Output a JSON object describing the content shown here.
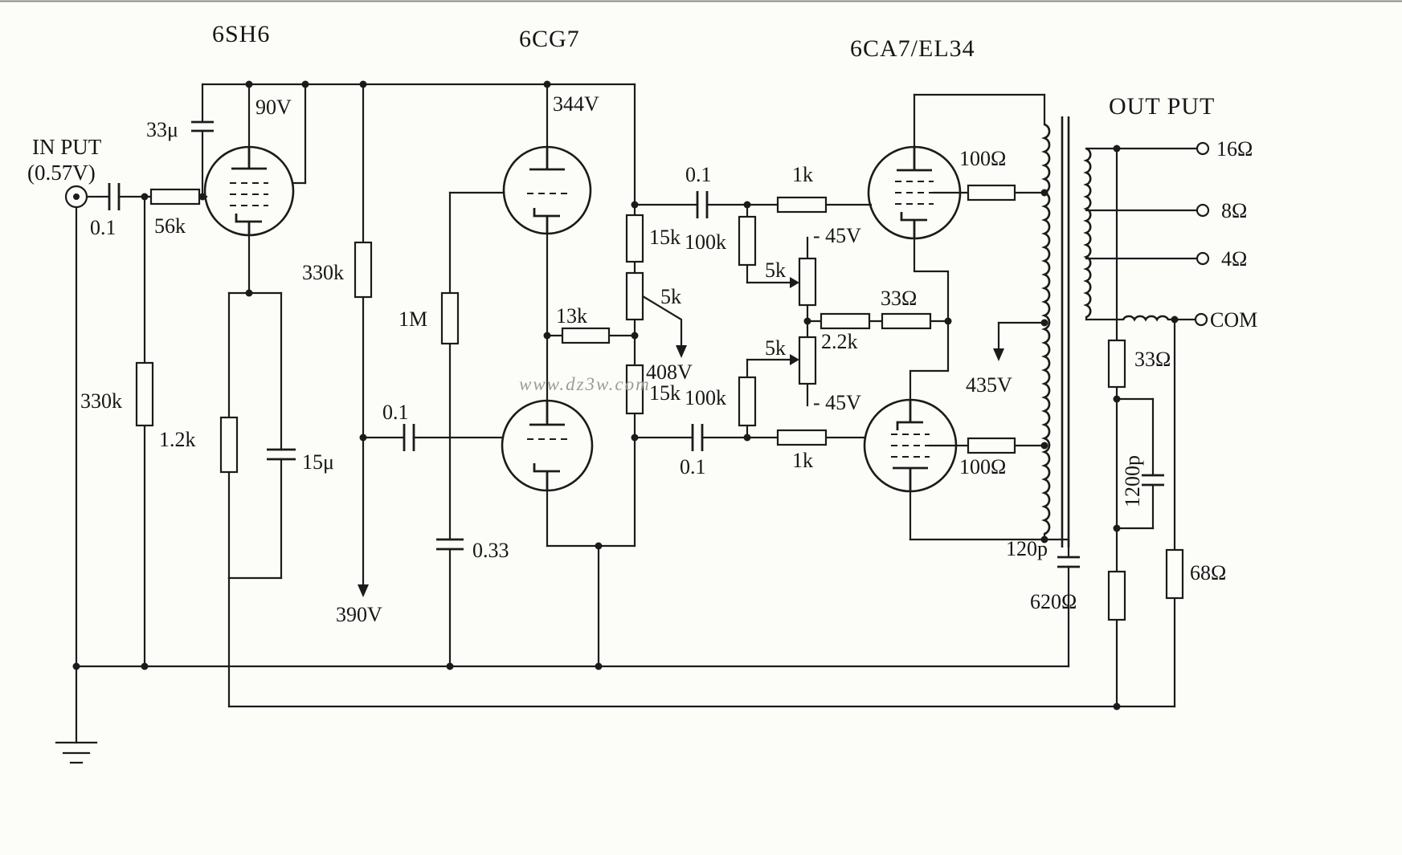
{
  "watermark": "www.dz3w.com",
  "tubes": {
    "v1": "6SH6",
    "v2": "6CG7",
    "v3": "6CA7/EL34"
  },
  "io": {
    "input": "IN PUT",
    "input_level": "(0.57V)",
    "output": "OUT PUT",
    "tap16": "16Ω",
    "tap8": "8Ω",
    "tap4": "4Ω",
    "com": "COM"
  },
  "parts": {
    "c_in": "0.1",
    "r_56k": "56k",
    "r_330k_in": "330k",
    "c_33u": "33μ",
    "r_330k_plate": "330k",
    "r_1k2": "1.2k",
    "c_15u": "15μ",
    "r_1m": "1M",
    "c_01_mid": "0.1",
    "c_033": "0.33",
    "r_13k": "13k",
    "r_15k_top": "15k",
    "r_5k_pot": "5k",
    "r_15k_bot": "15k",
    "c_01_top": "0.1",
    "r_100k_top": "100k",
    "r_1k_top": "1k",
    "r_5k_up": "5k",
    "r_2k2": "2.2k",
    "r_5k_low": "5k",
    "r_100k_bot": "100k",
    "c_01_bot": "0.1",
    "r_1k_bot": "1k",
    "r_33_mid": "33Ω",
    "r_100_top": "100Ω",
    "r_100_bot": "100Ω",
    "r_33_fb": "33Ω",
    "c_1200p": "1200p",
    "c_120p": "120p",
    "r_620": "620Ω",
    "r_68": "68Ω"
  },
  "volts": {
    "v90": "90V",
    "v344": "344V",
    "v390": "390V",
    "v408": "408V",
    "v435": "435V",
    "m45_top": "- 45V",
    "m45_bot": "- 45V"
  }
}
